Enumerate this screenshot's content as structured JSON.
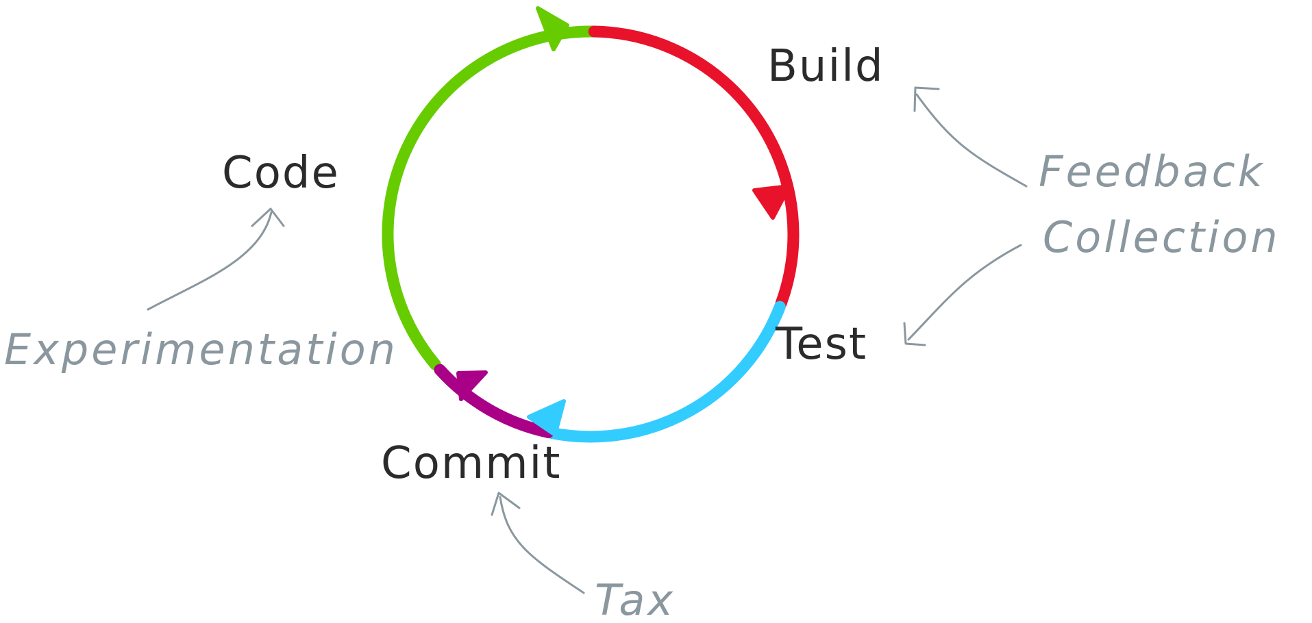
{
  "stages": [
    {
      "id": "code",
      "label": "Code"
    },
    {
      "id": "build",
      "label": "Build"
    },
    {
      "id": "test",
      "label": "Test"
    },
    {
      "id": "commit",
      "label": "Commit"
    }
  ],
  "annotations": {
    "experimentation": "Experimentation",
    "feedback": "Feedback",
    "collection": "Collection",
    "tax": "Tax"
  },
  "colors": {
    "code_to_build": "#66cc00",
    "build_to_test": "#e8132b",
    "test_to_commit": "#33ccff",
    "commit_to_code": "#aa0088",
    "annotation": "#8a979e",
    "label": "#2b2b2b"
  }
}
